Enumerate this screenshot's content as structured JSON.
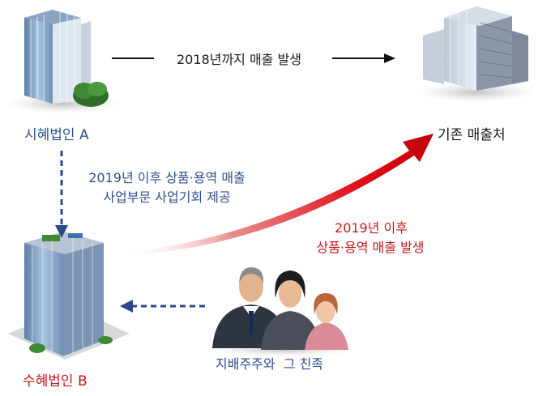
{
  "top_arrow_label": "2018년까지 매출 발생",
  "provider": {
    "label": "시혜법인 A"
  },
  "customer": {
    "label": "기존 매출처"
  },
  "transfer_label": {
    "line1": "2019년 이후 상품·용역 매출",
    "line2": "사업부문 사업기회 제공"
  },
  "growth_label": {
    "line1": "2019년 이후",
    "line2": "상품·용역 매출 발생"
  },
  "shareholders": {
    "label": "지배주주와  그 친족"
  },
  "beneficiary": {
    "label": "수혜법인 B"
  },
  "colors": {
    "blue_text": "#2f4f8f",
    "red_text": "#c8161d",
    "red_arrow": "#e0101a",
    "navy_arrow": "#2a4a8a"
  }
}
